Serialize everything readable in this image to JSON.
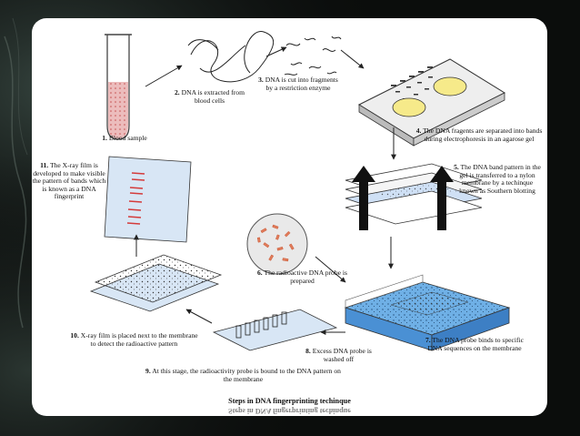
{
  "title": "Steps in DNA fingerprinting techinque",
  "steps": [
    {
      "num": "1.",
      "text": "Blood sample"
    },
    {
      "num": "2.",
      "text": "DNA is extracted from blood cells"
    },
    {
      "num": "3.",
      "text": "DNA is cut into fragments by a restriction enzyme"
    },
    {
      "num": "4.",
      "text": "The DNA fragents are separated into bands during electrophoresis in an agarose gel"
    },
    {
      "num": "5.",
      "text": "The DNA band pattern in the gel is transferred to a nylon membrane by a techinque known as Southern blotting"
    },
    {
      "num": "6.",
      "text": "The radioactive DNA probe is prepared"
    },
    {
      "num": "7.",
      "text": "The DNA probe binds to specific DNA sequences on the membrane"
    },
    {
      "num": "8.",
      "text": "Excess DNA probe is washed off"
    },
    {
      "num": "9.",
      "text": "At this stage, the radioactivity probe is bound to the DNA pattern on the membrane"
    },
    {
      "num": "10.",
      "text": "X-ray film is placed next to the membrane to detect the radioactive pattern"
    },
    {
      "num": "11.",
      "text": "The X-ray film is developed to make visible the pattern of bands which is known as a DNA fingerprint"
    }
  ],
  "colors": {
    "blood": "#e6a3a3",
    "gel": "#f3e37a",
    "buffer": "#7fb8e8",
    "band": "#d43b3b",
    "membrane": "#d8e6f5"
  }
}
